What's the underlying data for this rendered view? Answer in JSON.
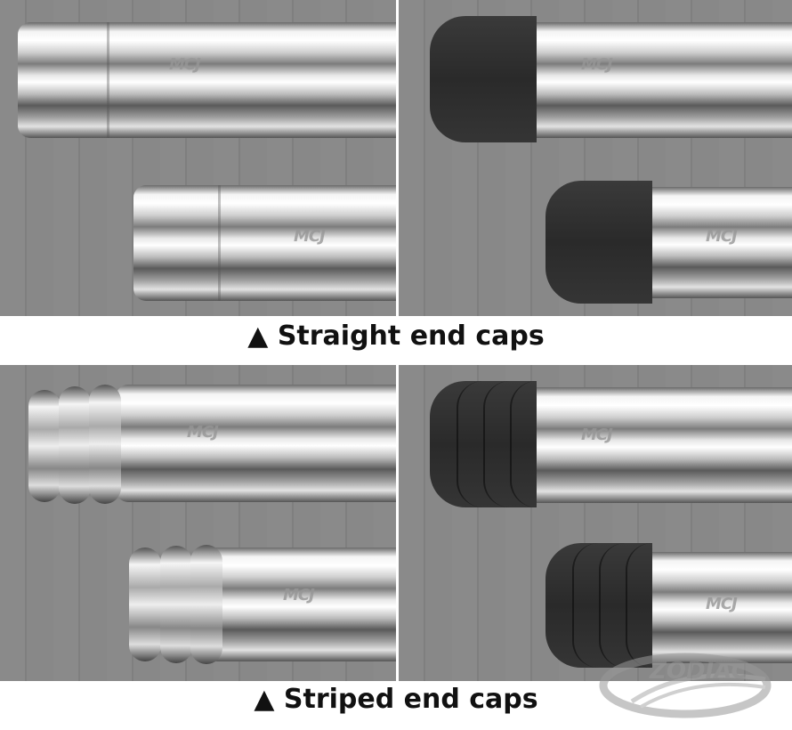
{
  "captions": {
    "straight": "▲ Straight end caps",
    "striped": "▲ Striped end caps"
  },
  "engraving": "MCJ",
  "watermark": "ZODIAC"
}
